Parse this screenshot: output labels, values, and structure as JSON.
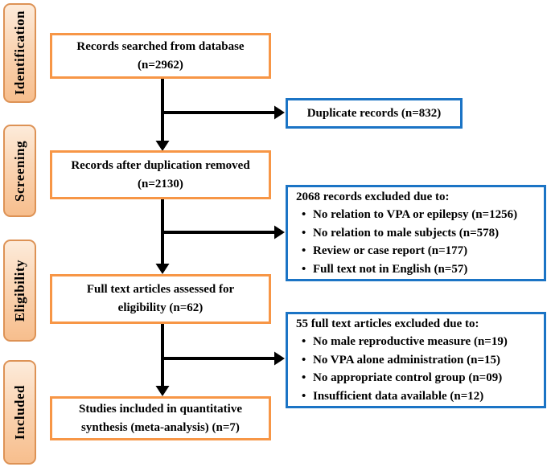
{
  "diagram_type": "prisma-flow-diagram",
  "colors": {
    "stage_border": "#DD9255",
    "stage_fill_top": "#FDEBDA",
    "stage_fill_bottom": "#F7BE8D",
    "process_box_border": "#F79646",
    "exclusion_box_border": "#1B74C5",
    "arrow": "#000000",
    "text": "#000000"
  },
  "stages": [
    {
      "label": "Identification"
    },
    {
      "label": "Screening"
    },
    {
      "label": "Eligibility"
    },
    {
      "label": "Included"
    }
  ],
  "flow_boxes": [
    {
      "line1": "Records searched from database",
      "line2": "(n=2962)"
    },
    {
      "line1": "Records after duplication removed",
      "line2": "(n=2130)"
    },
    {
      "line1": "Full text articles assessed for",
      "line2": "eligibility (n=62)"
    },
    {
      "line1": "Studies included in quantitative",
      "line2": "synthesis (meta-analysis) (n=7)"
    }
  ],
  "duplicate_box": {
    "text": "Duplicate records (n=832)"
  },
  "excluded_records_box": {
    "title": "2068 records excluded due to:",
    "bullet": "•",
    "items": [
      "No relation to VPA or epilepsy (n=1256)",
      "No relation to male subjects (n=578)",
      "Review or case report (n=177)",
      "Full text not in English (n=57)"
    ]
  },
  "excluded_fulltext_box": {
    "title": "55 full text articles excluded due to:",
    "bullet": "•",
    "items": [
      "No male reproductive measure (n=19)",
      "No VPA alone administration (n=15)",
      "No appropriate control group (n=09)",
      "Insufficient data available (n=12)"
    ]
  }
}
